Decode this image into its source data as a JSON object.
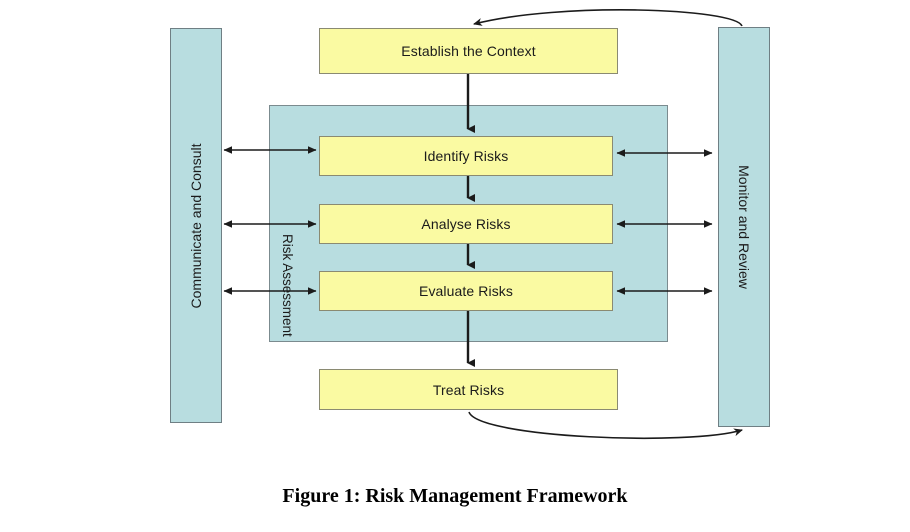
{
  "figure": {
    "caption": "Figure 1: Risk Management Framework"
  },
  "colors": {
    "process_box_fill": "#fafaa2",
    "process_box_border": "#8a8a72",
    "panel_fill": "#b8dde0",
    "panel_border": "#6f7f84",
    "connector": "#1b1b1b",
    "background": "#ffffff",
    "text": "#1b1b1b"
  },
  "sidebars": {
    "left": {
      "label": "Communicate and Consult",
      "rotation": "ccw"
    },
    "right": {
      "label": "Monitor and Review",
      "rotation": "cw"
    }
  },
  "group": {
    "label": "Risk Assessment"
  },
  "process_steps": [
    {
      "id": "establish-the-context",
      "label": "Establish the Context"
    },
    {
      "id": "identify-risks",
      "label": "Identify Risks"
    },
    {
      "id": "analyse-risks",
      "label": "Analyse Risks"
    },
    {
      "id": "evaluate-risks",
      "label": "Evaluate Risks"
    },
    {
      "id": "treat-risks",
      "label": "Treat Risks"
    }
  ],
  "flow": {
    "sequence": [
      "Establish the Context",
      "Identify Risks",
      "Analyse Risks",
      "Evaluate Risks",
      "Treat Risks"
    ],
    "assessment_group_members": [
      "Identify Risks",
      "Analyse Risks",
      "Evaluate Risks"
    ],
    "bidirectional_links_left": [
      "Identify Risks",
      "Analyse Risks",
      "Evaluate Risks"
    ],
    "bidirectional_links_right": [
      "Identify Risks",
      "Analyse Risks",
      "Evaluate Risks"
    ],
    "feedback_loops": [
      {
        "from": "Monitor and Review",
        "to": "Establish the Context",
        "position": "top"
      },
      {
        "from": "Treat Risks",
        "to": "Monitor and Review",
        "position": "bottom"
      }
    ]
  }
}
